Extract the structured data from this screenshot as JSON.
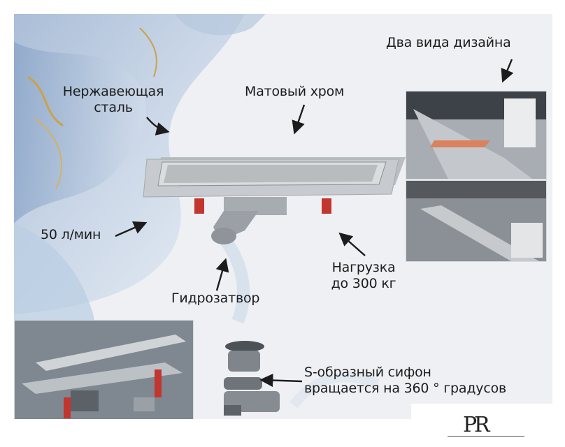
{
  "labels": {
    "stainless": [
      "Нержавеющая",
      "сталь"
    ],
    "matte_chrome": "Матовый хром",
    "two_designs": "Два вида дизайна",
    "flow": "50 л/мин",
    "water_seal": "Гидрозатвор",
    "load": [
      "Нагрузка",
      "до 300 кг"
    ],
    "siphon": [
      "S-образный сифон",
      "вращается на 360 ° градусов"
    ]
  },
  "colors": {
    "background": "#eef0f3",
    "marble_blue": "#a9bfd9",
    "gold_vein": "#c9a24a",
    "steel": "#c6cacd",
    "accent_red": "#c1362e",
    "text": "#1c1c1c"
  },
  "icons": [
    "arrow-icon",
    "logo-icon"
  ]
}
